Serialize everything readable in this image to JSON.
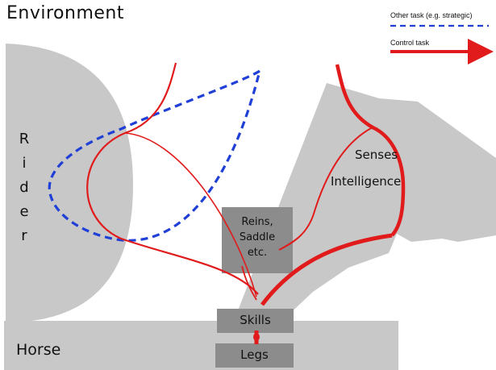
{
  "title": "Environment",
  "legend": {
    "other_task": "Other task (e.g. strategic)",
    "control_task": "Control task"
  },
  "rider": {
    "letters": [
      "R",
      "i",
      "d",
      "e",
      "r"
    ]
  },
  "horse": {
    "label": "Horse"
  },
  "head": {
    "senses": "Senses",
    "intelligence": "Intelligence"
  },
  "boxes": {
    "reins": {
      "lines": [
        "Reins,",
        "Saddle",
        "etc."
      ]
    },
    "skills": "Skills",
    "legs": "Legs"
  },
  "colors": {
    "shape_fill": "#c8c8c8",
    "box_fill": "#8c8c8c",
    "control_line": "#e11b1b",
    "other_line": "#1f3fd6"
  }
}
